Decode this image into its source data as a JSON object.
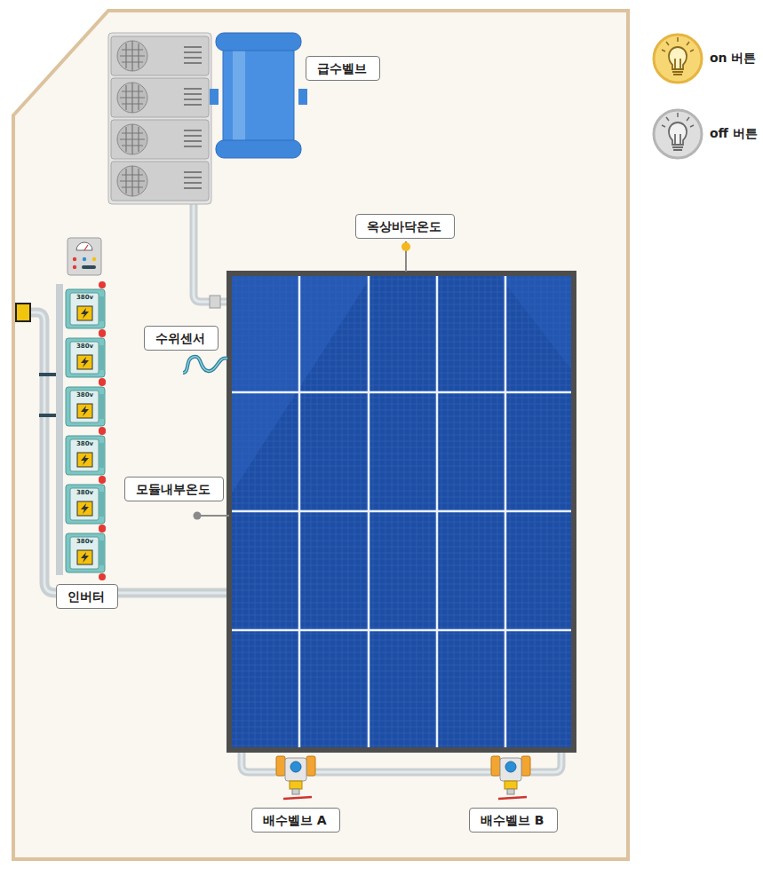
{
  "diagram": {
    "nodes": [
      {
        "text": [
          "급수벨브"
        ]
      },
      {
        "text": [
          "옥상바닥온도"
        ]
      },
      {
        "text": [
          "수위센서"
        ]
      },
      {
        "text": [
          "모듈내부온도"
        ]
      },
      {
        "text": [
          "인버터"
        ]
      },
      {
        "text": [
          "배수벨브 A"
        ]
      },
      {
        "text": [
          "배수벨브 B"
        ]
      }
    ],
    "labels": [
      "380v",
      "380v",
      "380v",
      "380v",
      "380v",
      "380v"
    ],
    "legend": [
      {
        "text": "on 버튼"
      },
      {
        "text": "off 버튼"
      }
    ]
  }
}
